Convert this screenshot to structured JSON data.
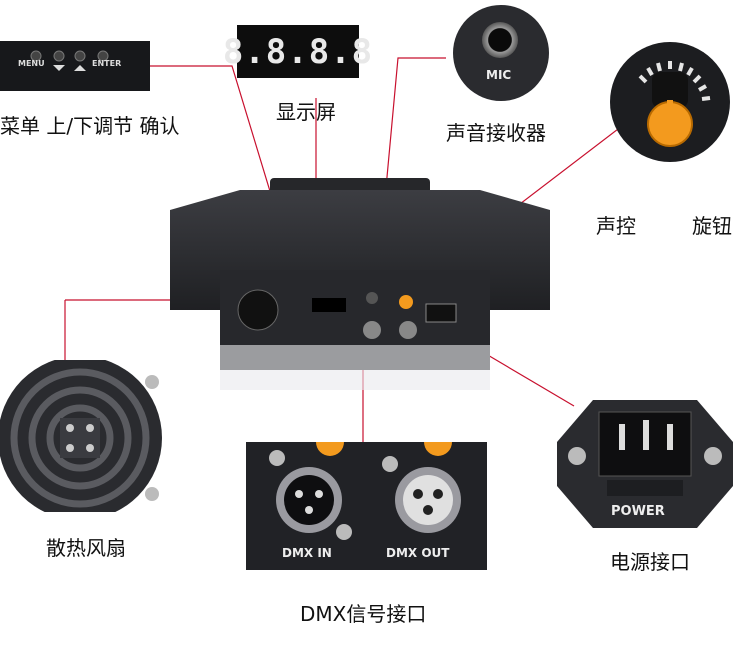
{
  "labels": {
    "menu": "菜单 上/下调节 确认",
    "display": "显示屏",
    "mic": "声音接收器",
    "sound_control": "声控",
    "knob": "旋钮",
    "fan": "散热风扇",
    "power": "电源接口",
    "dmx": "DMX信号接口"
  },
  "panel_text": {
    "menu": "MENU",
    "enter": "ENTER",
    "display_digits": "8.8.8.8",
    "mic": "MIC",
    "dmx_in": "DMX IN",
    "dmx_out": "DMX OUT",
    "power": "POWER"
  },
  "colors": {
    "callout_line": "#c8102e",
    "device_body": "#2a2b2f",
    "segment": "#e8e8e8",
    "knob_orange": "#f39a1e"
  }
}
